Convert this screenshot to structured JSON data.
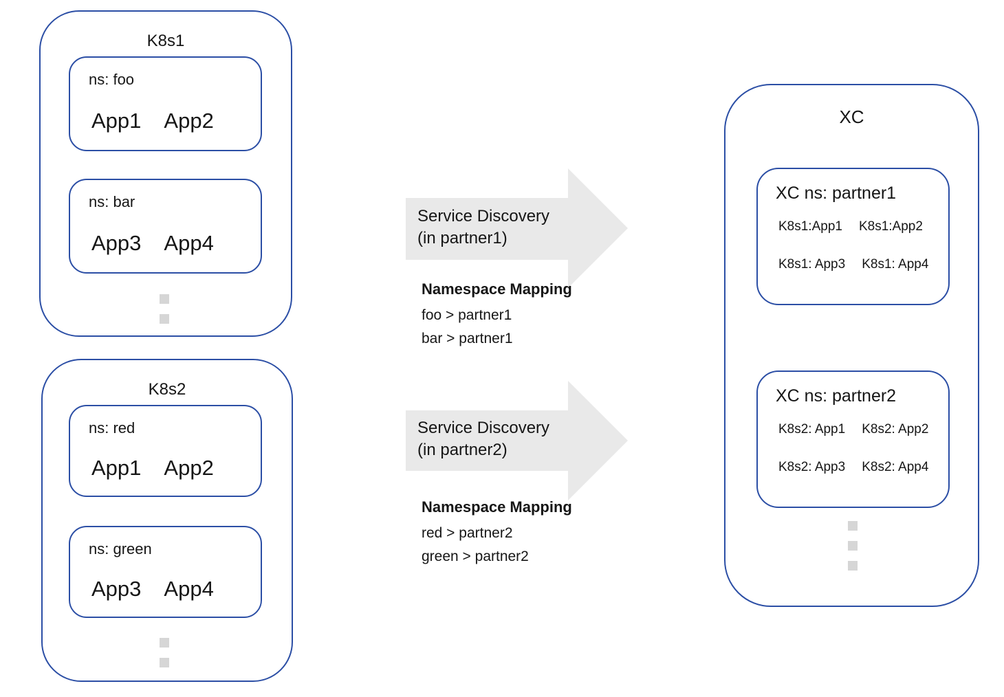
{
  "colors": {
    "border_blue": "#2b4ea5",
    "arrow_gray": "#e9e9e9",
    "dot_gray": "#d6d6d6",
    "text_color": "#161616"
  },
  "clusters": [
    {
      "title": "K8s1",
      "namespaces": [
        {
          "label": "ns: foo",
          "apps": [
            "App1",
            "App2"
          ]
        },
        {
          "label": "ns: bar",
          "apps": [
            "App3",
            "App4"
          ]
        }
      ]
    },
    {
      "title": "K8s2",
      "namespaces": [
        {
          "label": "ns: red",
          "apps": [
            "App1",
            "App2"
          ]
        },
        {
          "label": "ns: green",
          "apps": [
            "App3",
            "App4"
          ]
        }
      ]
    }
  ],
  "flows": [
    {
      "arrow_line1": "Service Discovery",
      "arrow_line2": "(in partner1)",
      "mapping_title": "Namespace Mapping",
      "mappings": [
        "foo > partner1",
        "bar > partner1"
      ]
    },
    {
      "arrow_line1": "Service Discovery",
      "arrow_line2": "(in partner2)",
      "mapping_title": "Namespace Mapping",
      "mappings": [
        "red > partner2",
        "green > partner2"
      ]
    }
  ],
  "xc": {
    "title": "XC",
    "namespaces": [
      {
        "label": "XC ns: partner1",
        "rows": [
          [
            "K8s1:App1",
            "K8s1:App2"
          ],
          [
            "K8s1: App3",
            "K8s1: App4"
          ]
        ]
      },
      {
        "label": "XC ns: partner2",
        "rows": [
          [
            "K8s2: App1",
            "K8s2: App2"
          ],
          [
            "K8s2: App3",
            "K8s2: App4"
          ]
        ]
      }
    ]
  }
}
